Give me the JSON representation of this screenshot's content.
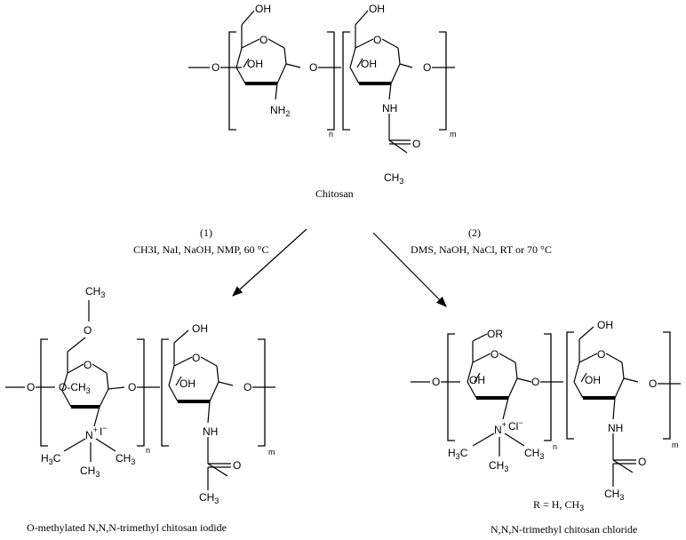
{
  "figure": {
    "chitosan": {
      "name": "Chitosan",
      "sub_n": "n",
      "sub_m": "m",
      "label_oh": "OH",
      "label_o": "O",
      "label_nh2": "NH",
      "label_nh2_sub": "2",
      "label_nh": "NH",
      "label_ch3": "CH"
    },
    "reaction_1": {
      "number": "(1)",
      "conditions": "CH3I, NaI, NaOH, NMP, 60 °C"
    },
    "reaction_2": {
      "number": "(2)",
      "conditions": "DMS, NaOH, NaCl, RT or 70 °C"
    },
    "product_1": {
      "name": "O-methylated N,N,N-trimethyl chitosan iodide",
      "label_och3": "O-CH",
      "label_n_plus": "N",
      "label_plus": "+",
      "label_iodide": "I",
      "label_minus": "−"
    },
    "product_2": {
      "name": "N,N,N-trimethyl chitosan chloride",
      "label_or": "OR",
      "label_chloride": "Cl",
      "r_def": "R = H, CH"
    }
  }
}
